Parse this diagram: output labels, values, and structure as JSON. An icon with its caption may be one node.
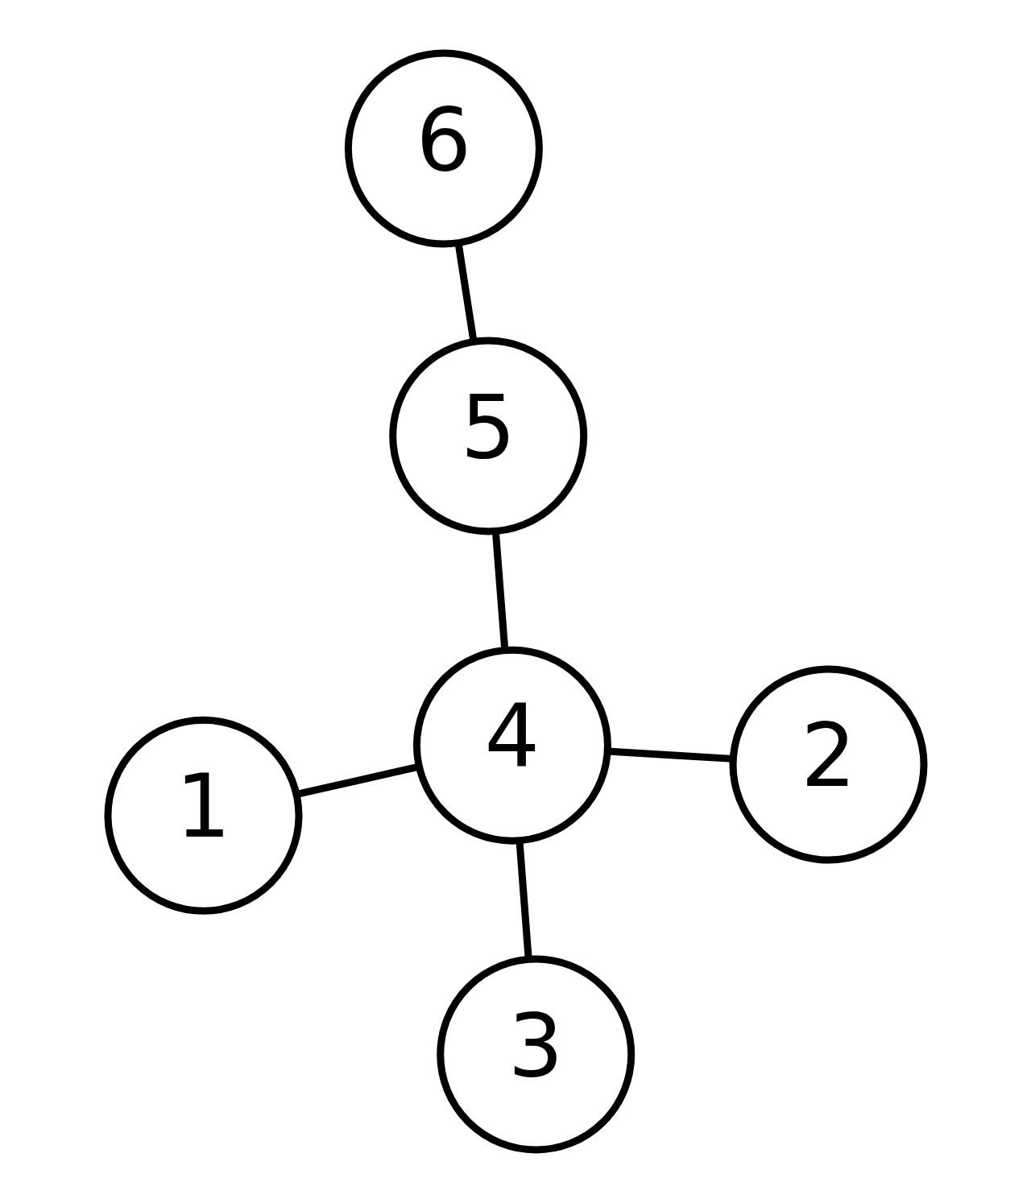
{
  "diagram": {
    "nodes": [
      {
        "text": [
          "1"
        ]
      },
      {
        "text": [
          "2"
        ]
      },
      {
        "text": [
          "3"
        ]
      },
      {
        "text": [
          "4"
        ]
      },
      {
        "text": [
          "5"
        ]
      },
      {
        "text": [
          "6"
        ]
      }
    ],
    "edges": [
      {
        "from": 0,
        "to": 3,
        "arrow": "none"
      },
      {
        "from": 1,
        "to": 3,
        "arrow": "none"
      },
      {
        "from": 2,
        "to": 3,
        "arrow": "none"
      },
      {
        "from": 3,
        "to": 4,
        "arrow": "none"
      },
      {
        "from": 4,
        "to": 5,
        "arrow": "none"
      }
    ]
  }
}
